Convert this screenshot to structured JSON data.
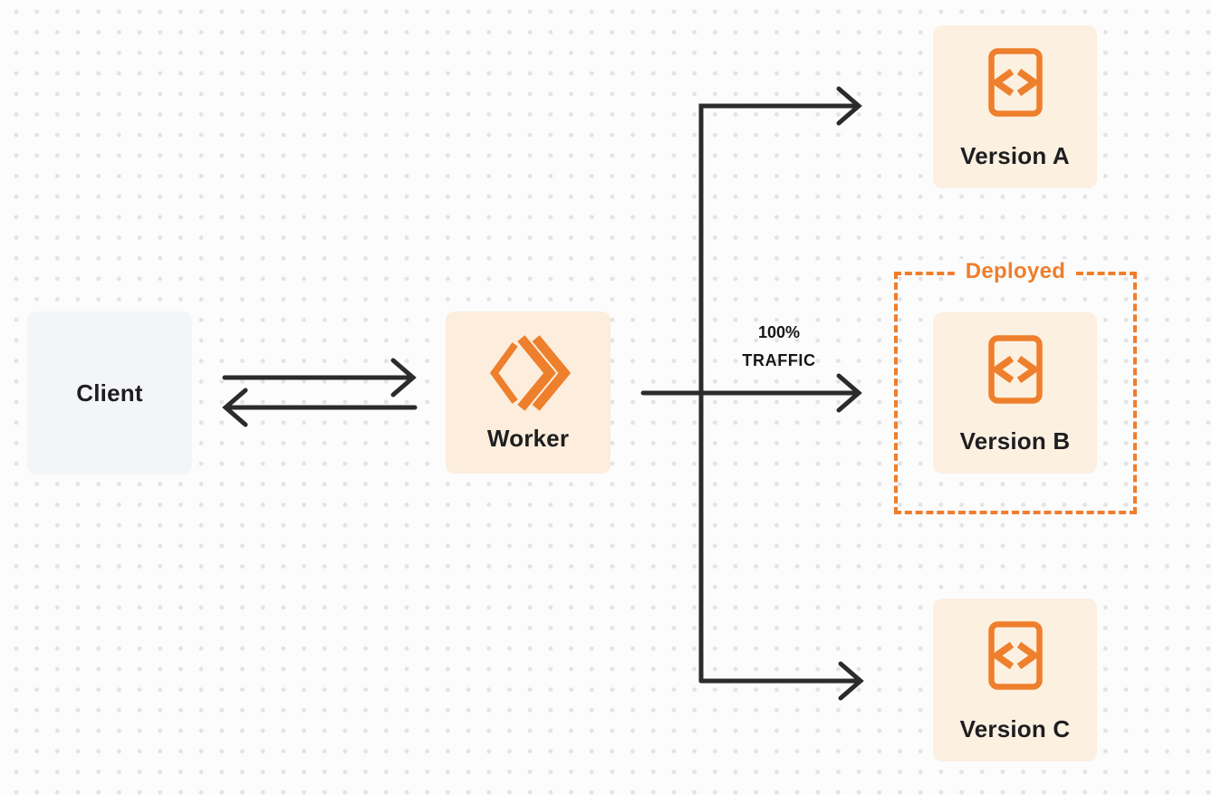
{
  "diagram": {
    "nodes": {
      "client": {
        "label": "Client"
      },
      "worker": {
        "label": "Worker"
      },
      "version_a": {
        "label": "Version A"
      },
      "version_b": {
        "label": "Version B"
      },
      "version_c": {
        "label": "Version C"
      }
    },
    "deployed": {
      "label": "Deployed"
    },
    "traffic": {
      "line1": "100%",
      "line2": "TRAFFIC"
    },
    "icons": {
      "worker_icon": "workers-logo-icon",
      "version_icon": "code-file-icon"
    },
    "colors": {
      "accent_orange": "#EE7F2C",
      "deployed_border": "#EE7E2D",
      "version_box_bg": "#FCF0E1",
      "worker_box_bg": "#FCEDDC",
      "client_box_bg": "#F4F5F6",
      "connector_line": "#2B2B2E",
      "label_text": "#1E1E20",
      "page_bg": "#FCFCFC",
      "dot_grid": "#E3E3E3"
    }
  }
}
